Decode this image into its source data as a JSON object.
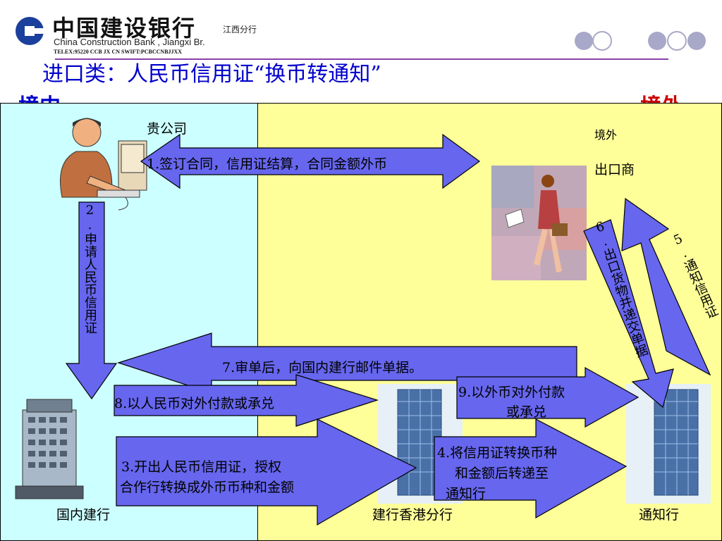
{
  "header": {
    "logo_cn": "中国建设银行",
    "branch": "江西分行",
    "logo_en": "China Construction Bank , Jiangxi Br.",
    "telex": "TELEX:95220 CCB JX CN SWIFT:PCBCCNBJJXX"
  },
  "title": "进口类：人民币信用证“换币转通知”",
  "regions": {
    "domestic": "境内",
    "overseas": "境外"
  },
  "entities": {
    "company": "贵公司",
    "exporter_region": "境外",
    "exporter": "出口商",
    "domestic_bank": "国内建行",
    "hk_branch": "建行香港分行",
    "advising_bank": "通知行"
  },
  "steps": {
    "s1": "1.签订合同，信用证结算，合同金额外币",
    "s2": "2.申请人民币信用证",
    "s3_line1": "3.开出人民币信用证，授权",
    "s3_line2": "合作行转换成外币币种和金额",
    "s4_line1": "4.将信用证转换币种",
    "s4_line2": "和金额后转递至",
    "s4_line3": "通知行",
    "s5": "5.通知信用证",
    "s6": "6.出口货物并递交单据",
    "s7": "7.审单后，向国内建行邮件单据。",
    "s8": "8.以人民币对外付款或承兑",
    "s9_line1": "9.以外币对外付款",
    "s9_line2": "或承兑"
  },
  "colors": {
    "domestic_bg": "#ccffff",
    "overseas_bg": "#ffff99",
    "arrow_fill": "#6666ee",
    "title_color": "#0000cc",
    "region_color": "#cc0000",
    "logo_blue": "#1a3f9c"
  }
}
